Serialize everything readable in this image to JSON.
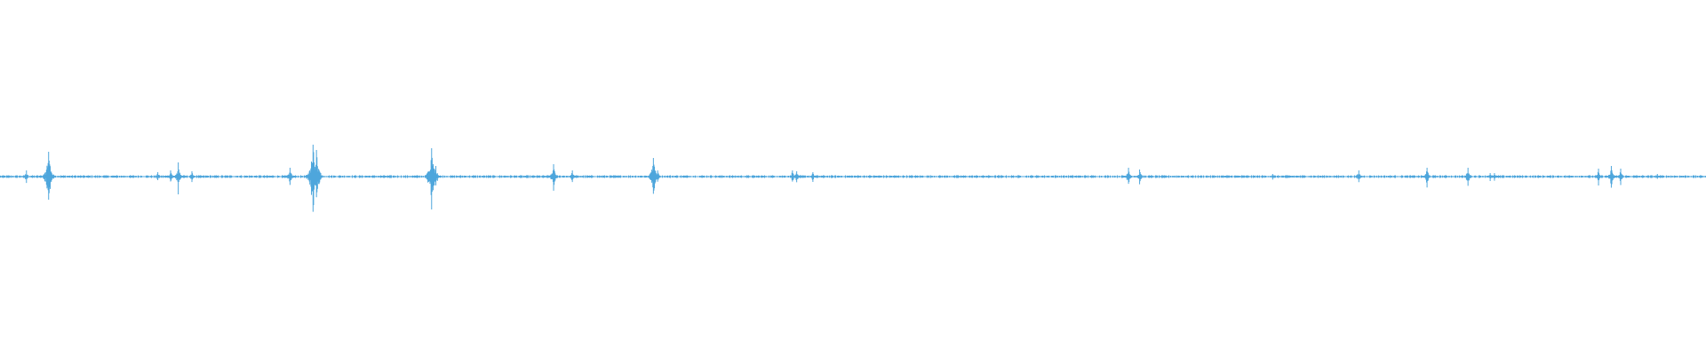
{
  "chart_data": {
    "type": "area",
    "color": "#4ea6dc",
    "ylim": [
      -1,
      1
    ],
    "x_range": [
      0,
      1
    ],
    "baseline_noise": 0.006,
    "bursts": [
      {
        "x": 0.0155,
        "amp": 0.035
      },
      {
        "x": 0.0285,
        "amp": 0.14
      },
      {
        "x": 0.0925,
        "amp": 0.025
      },
      {
        "x": 0.1,
        "amp": 0.035
      },
      {
        "x": 0.1045,
        "amp": 0.08
      },
      {
        "x": 0.1125,
        "amp": 0.03
      },
      {
        "x": 0.17,
        "amp": 0.05
      },
      {
        "x": 0.1835,
        "amp": 0.18
      },
      {
        "x": 0.1855,
        "amp": 0.15
      },
      {
        "x": 0.253,
        "amp": 0.16
      },
      {
        "x": 0.2555,
        "amp": 0.06
      },
      {
        "x": 0.3245,
        "amp": 0.07
      },
      {
        "x": 0.3355,
        "amp": 0.035
      },
      {
        "x": 0.383,
        "amp": 0.105
      },
      {
        "x": 0.3855,
        "amp": 0.035
      },
      {
        "x": 0.4645,
        "amp": 0.035
      },
      {
        "x": 0.467,
        "amp": 0.03
      },
      {
        "x": 0.4765,
        "amp": 0.025
      },
      {
        "x": 0.6615,
        "amp": 0.05
      },
      {
        "x": 0.668,
        "amp": 0.04
      },
      {
        "x": 0.746,
        "amp": 0.015
      },
      {
        "x": 0.7965,
        "amp": 0.035
      },
      {
        "x": 0.8365,
        "amp": 0.05
      },
      {
        "x": 0.8605,
        "amp": 0.05
      },
      {
        "x": 0.8735,
        "amp": 0.02
      },
      {
        "x": 0.876,
        "amp": 0.02
      },
      {
        "x": 0.937,
        "amp": 0.045
      },
      {
        "x": 0.9445,
        "amp": 0.06
      },
      {
        "x": 0.95,
        "amp": 0.045
      },
      {
        "x": 0.9715,
        "amp": 0.015
      }
    ]
  }
}
